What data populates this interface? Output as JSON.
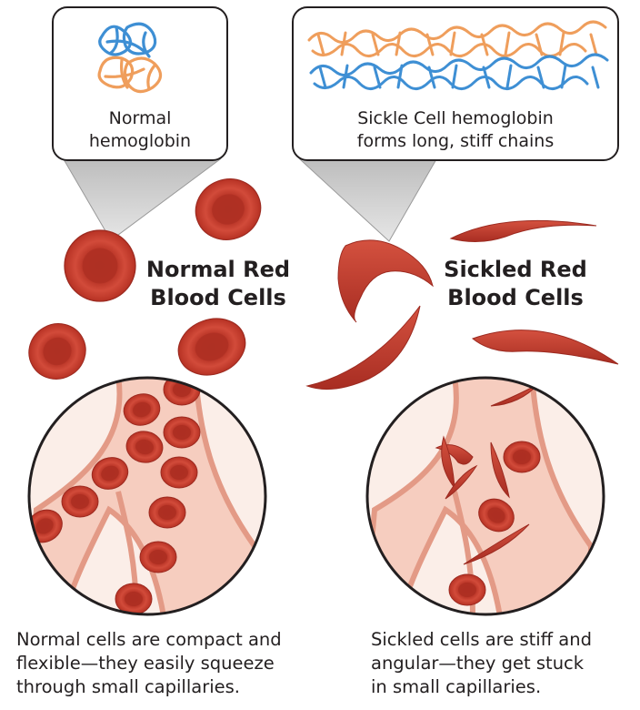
{
  "callouts": {
    "normal": {
      "line1": "Normal",
      "line2": "hemoglobin"
    },
    "sickle": {
      "line1": "Sickle Cell hemoglobin",
      "line2": "forms long, stiff chains"
    }
  },
  "labels": {
    "normal": {
      "line1": "Normal Red",
      "line2": "Blood Cells"
    },
    "sickle": {
      "line1": "Sickled Red",
      "line2": "Blood Cells"
    }
  },
  "captions": {
    "normal": {
      "line1": "Normal cells are compact and",
      "line2": "flexible—they easily squeeze",
      "line3": "through small capillaries."
    },
    "sickle": {
      "line1": "Sickled cells are stiff and",
      "line2": "angular—they get stuck",
      "line3": "in small capillaries."
    }
  },
  "colors": {
    "cell_red": "#c0392b",
    "cell_dark": "#9c2a20",
    "vessel_fill": "#f6cdbf",
    "vessel_wall": "#e39a86",
    "hemoglobin_blue": "#3e8fd4",
    "hemoglobin_orange": "#ef9e5c",
    "outline": "#231f20"
  }
}
